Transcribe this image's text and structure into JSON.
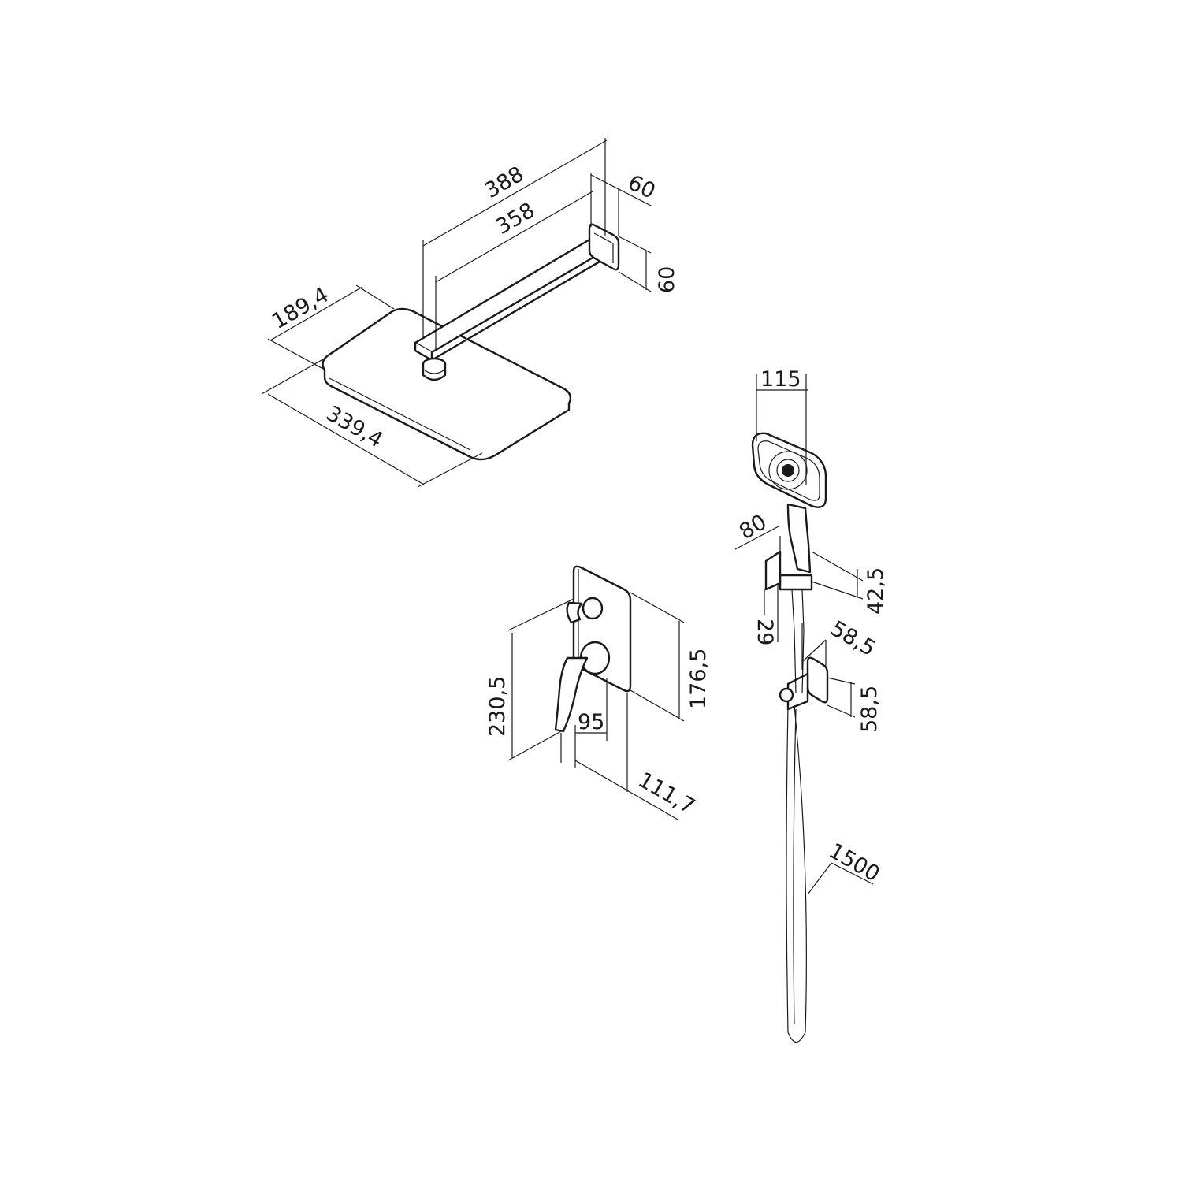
{
  "title": "Shower system dimension drawing",
  "colors": {
    "line": "#1a1a1a",
    "background": "#ffffff"
  },
  "dimensions": {
    "arm_total_length": "388",
    "arm_length": "358",
    "wall_flange_depth": "60",
    "wall_flange_height": "60",
    "head_width": "189,4",
    "head_length": "339,4",
    "hand_shower_width": "115",
    "holder_depth": "80",
    "holder_height": "42,5",
    "holder_width": "29",
    "outlet_depth": "58,5",
    "outlet_height": "58,5",
    "mixer_plate_height": "176,5",
    "mixer_total_height": "230,5",
    "mixer_handle_offset": "95",
    "mixer_depth": "111,7",
    "hose_length": "1500"
  }
}
